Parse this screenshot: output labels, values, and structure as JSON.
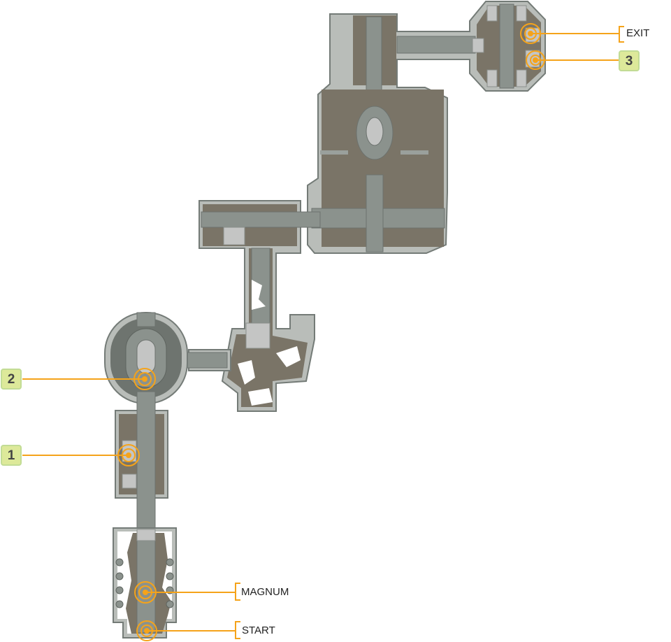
{
  "map": {
    "markers": [
      {
        "id": "exit",
        "label": "EXIT",
        "kind": "text"
      },
      {
        "id": "3",
        "label": "3",
        "kind": "badge"
      },
      {
        "id": "2",
        "label": "2",
        "kind": "badge"
      },
      {
        "id": "1",
        "label": "1",
        "kind": "badge"
      },
      {
        "id": "magnum",
        "label": "MAGNUM",
        "kind": "text"
      },
      {
        "id": "start",
        "label": "START",
        "kind": "text"
      }
    ],
    "colors": {
      "marker": "#f5a31a",
      "badge": "#dde99a",
      "floor": "#7a7467",
      "corridor": "#8b928d"
    }
  }
}
